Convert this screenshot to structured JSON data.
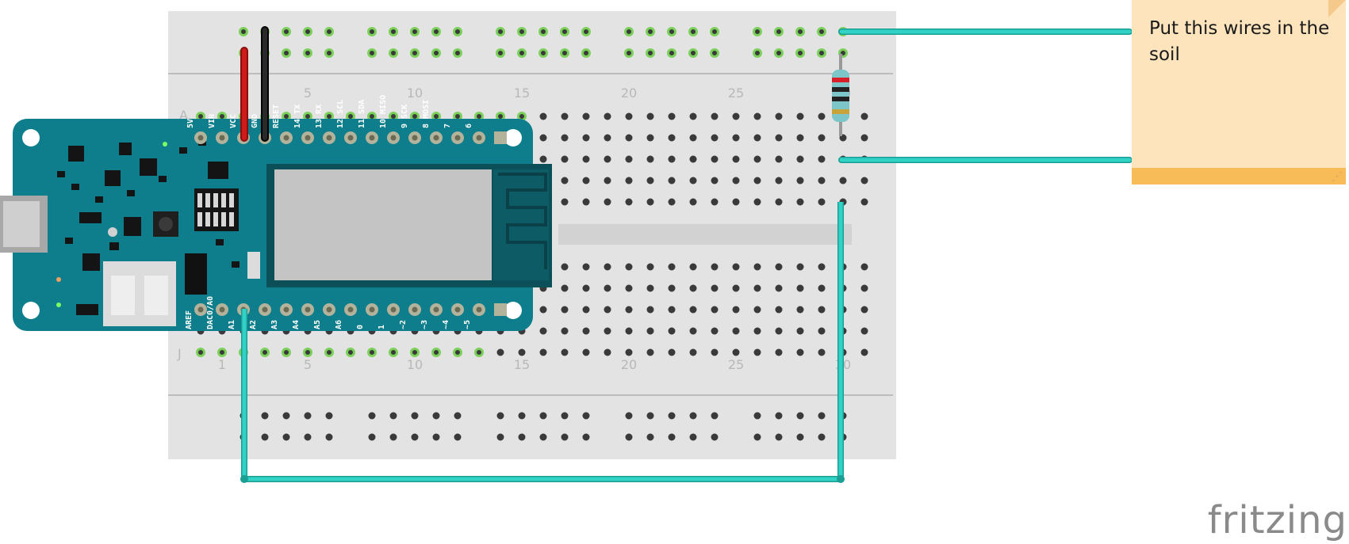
{
  "breadboard": {
    "row_letters": [
      "A",
      "J"
    ],
    "column_numbers": [
      "1",
      "5",
      "10",
      "15",
      "20",
      "25",
      "30"
    ],
    "colors": {
      "board": "#e3e3e3",
      "rail_line": "#bdbdbd",
      "hole": "#3a3a3a",
      "hole_active": "#7bd05a",
      "numbers": "#b8b8b8"
    }
  },
  "arduino": {
    "top_pin_labels": [
      "5V",
      "VIN",
      "VCC",
      "GND",
      "RESET",
      "14 TX",
      "13 RX",
      "12 SCL",
      "11 SDA",
      "10 MISO",
      "9 SCK",
      "8 MOSI",
      "7",
      "6"
    ],
    "bottom_pin_labels": [
      "AREF",
      "DAC0/A0",
      "A1",
      "A2",
      "A3",
      "A4",
      "A5",
      "A6",
      "0",
      "1",
      "~2",
      "~3",
      "~4",
      "~5"
    ],
    "colors": {
      "pcb": "#0e7e8c",
      "pin": "#b3b39b",
      "module": "#c4c4c4",
      "antenna": "#0b4f58"
    }
  },
  "wires": {
    "colors": {
      "probe": "#31d3c6",
      "power": "#cf1a1a",
      "ground": "#1c1c1c"
    }
  },
  "resistor": {
    "bands": [
      "#d91f2a",
      "#222222",
      "#222222",
      "#c8a43a"
    ]
  },
  "note": {
    "text": "Put this wires in the soil",
    "icon": "resize-grip-icon"
  },
  "brand": {
    "text": "fritzing"
  }
}
